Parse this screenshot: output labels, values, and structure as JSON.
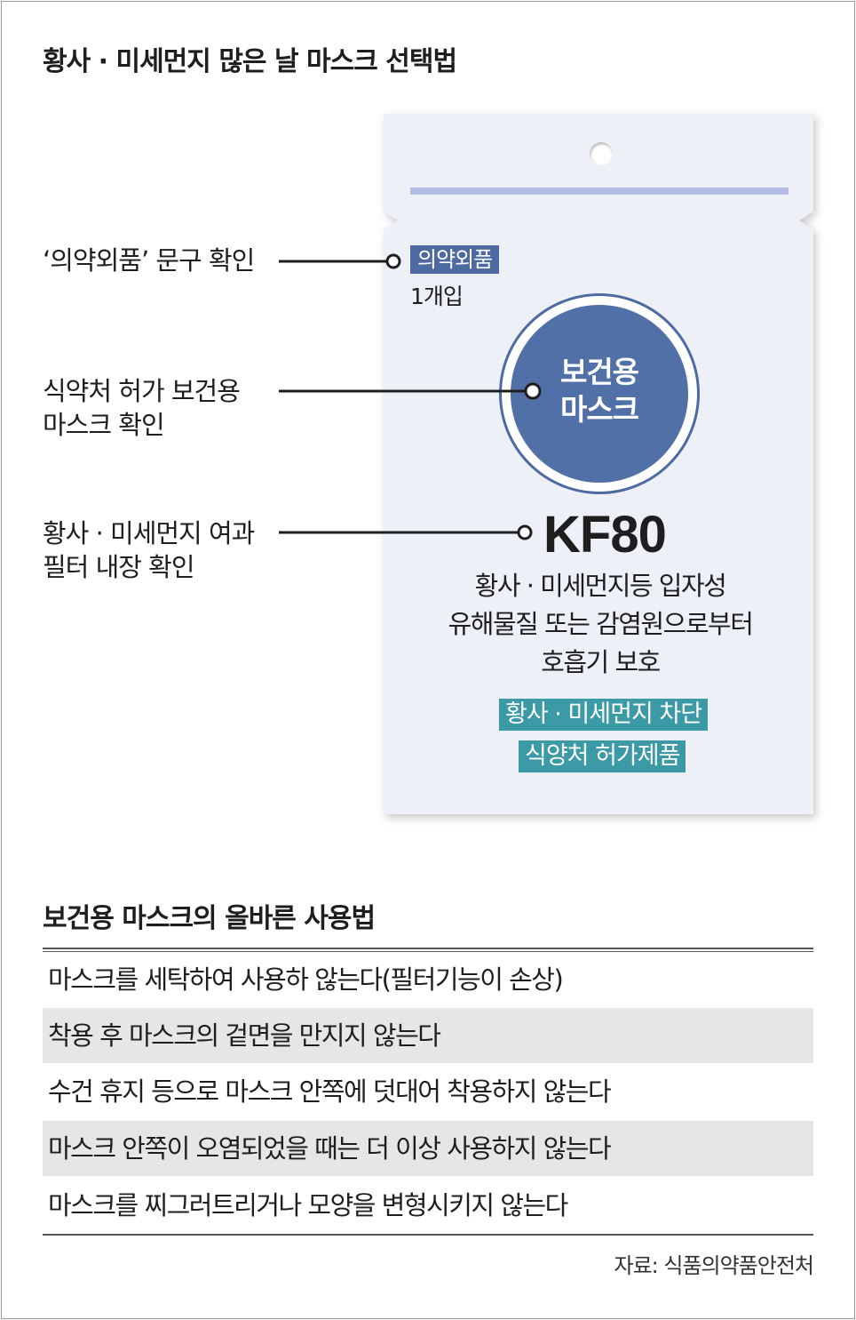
{
  "title_top": "황사 · 미세먼지 많은 날 마스크 선택법",
  "package": {
    "quasi_drug_tag": "의약외품",
    "count": "1개입",
    "circle_line1": "보건용",
    "circle_line2": "마스크",
    "grade": "KF80",
    "desc_line1": "황사 · 미세먼지등 입자성",
    "desc_line2": "유해물질 또는 감염원으로부터",
    "desc_line3": "호흡기 보호",
    "badge1": "황사 · 미세먼지 차단",
    "badge2": "식양처 허가제품",
    "colors": {
      "navy": "#4d6aa2",
      "teal": "#3b9aa6",
      "package_bg": "#eef0f8"
    }
  },
  "callouts": [
    {
      "line1": "‘의약외품’ 문구 확인",
      "line2": ""
    },
    {
      "line1": "식약처 허가 보건용",
      "line2": "마스크 확인"
    },
    {
      "line1": "황사 · 미세먼지 여과",
      "line2": "필터 내장 확인"
    }
  ],
  "title_bottom": "보건용 마스크의 올바른 사용법",
  "usage": [
    "마스크를 세탁하여 사용하 않는다(필터기능이 손상)",
    "착용 후 마스크의 겉면을 만지지 않는다",
    "수건 휴지 등으로 마스크 안쪽에 덧대어 착용하지 않는다",
    "마스크 안쪽이 오염되었을 때는 더 이상 사용하지 않는다",
    "마스크를 찌그러트리거나 모양을 변형시키지 않는다"
  ],
  "source": "자료: 식품의약품안전처"
}
